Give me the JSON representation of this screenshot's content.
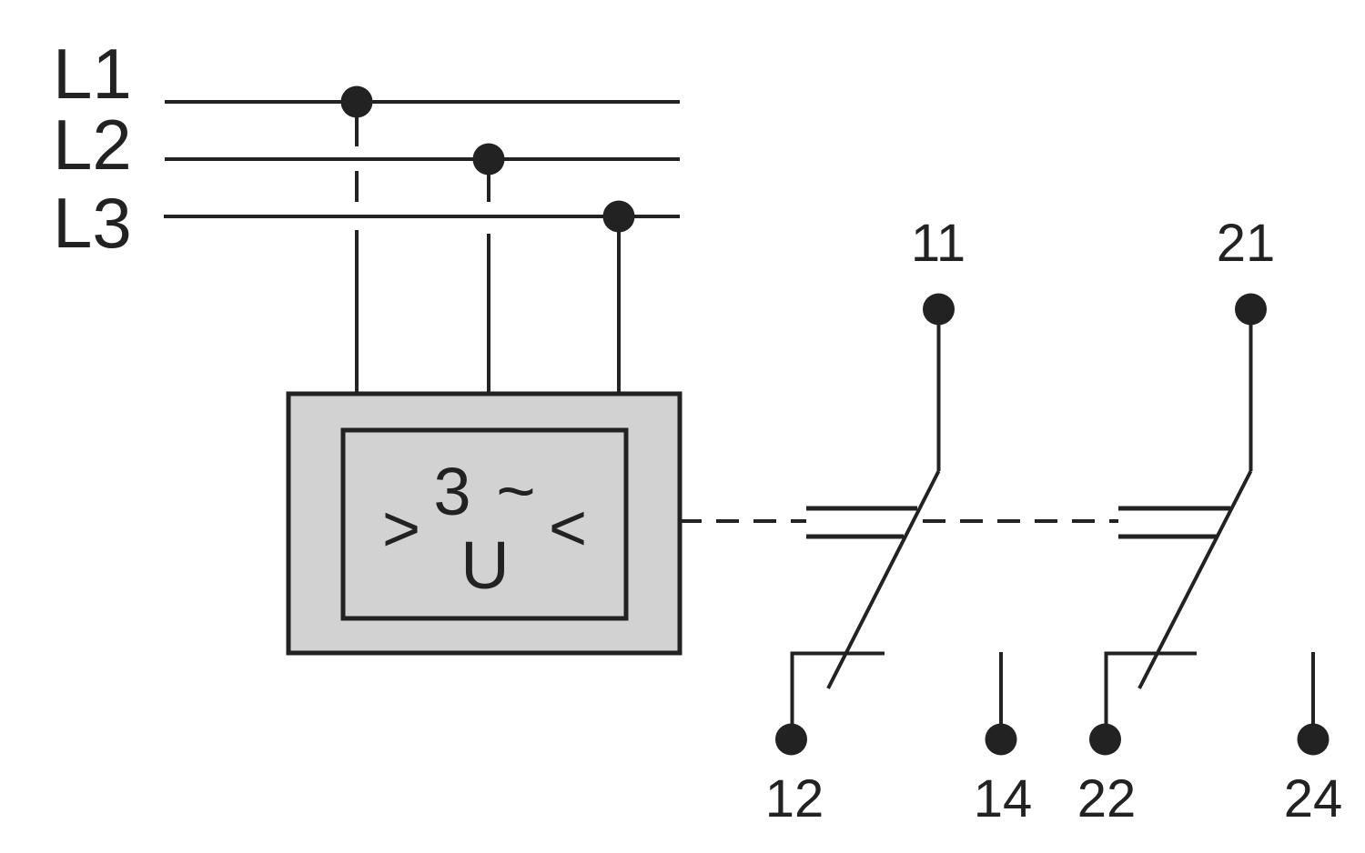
{
  "phases": {
    "l1": "L1",
    "l2": "L2",
    "l3": "L3"
  },
  "monitor_box": {
    "number": "3",
    "tilde": "~",
    "greater_than": ">",
    "voltage": "U",
    "less_than": "<"
  },
  "contact1": {
    "common": "11",
    "nc": "12",
    "no": "14"
  },
  "contact2": {
    "common": "21",
    "nc": "22",
    "no": "24"
  },
  "colors": {
    "line": "#222222",
    "box_fill": "#d2d2d2",
    "background": "#ffffff"
  }
}
